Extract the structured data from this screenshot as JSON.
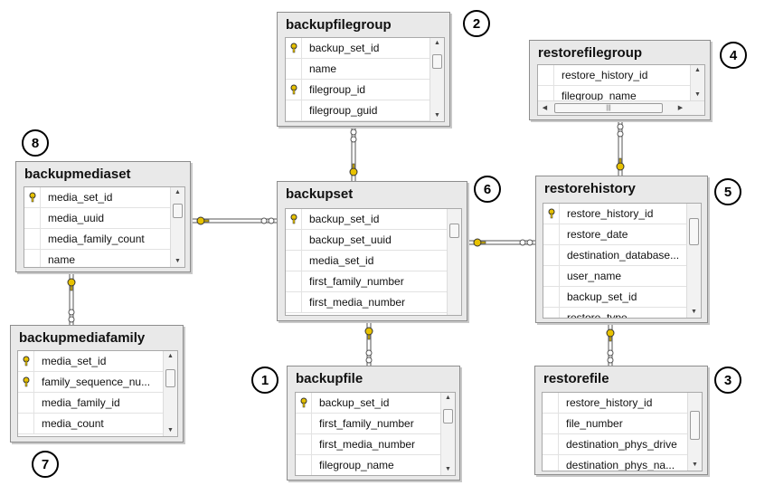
{
  "tables": {
    "backupfilegroup": {
      "name": "backupfilegroup",
      "columns": [
        "backup_set_id",
        "name",
        "filegroup_id",
        "filegroup_guid"
      ]
    },
    "restorefilegroup": {
      "name": "restorefilegroup",
      "columns": [
        "restore_history_id",
        "filegroup_name"
      ]
    },
    "backupmediaset": {
      "name": "backupmediaset",
      "columns": [
        "media_set_id",
        "media_uuid",
        "media_family_count",
        "name"
      ]
    },
    "backupset": {
      "name": "backupset",
      "columns": [
        "backup_set_id",
        "backup_set_uuid",
        "media_set_id",
        "first_family_number",
        "first_media_number"
      ]
    },
    "restorehistory": {
      "name": "restorehistory",
      "columns": [
        "restore_history_id",
        "restore_date",
        "destination_database...",
        "user_name",
        "backup_set_id",
        "restore_type"
      ]
    },
    "backupmediafamily": {
      "name": "backupmediafamily",
      "columns": [
        "media_set_id",
        "family_sequence_nu...",
        "media_family_id",
        "media_count"
      ]
    },
    "backupfile": {
      "name": "backupfile",
      "columns": [
        "backup_set_id",
        "first_family_number",
        "first_media_number",
        "filegroup_name"
      ]
    },
    "restorefile": {
      "name": "restorefile",
      "columns": [
        "restore_history_id",
        "file_number",
        "destination_phys_drive",
        "destination_phys_na..."
      ]
    }
  },
  "badges": {
    "n1": "1",
    "n2": "2",
    "n3": "3",
    "n4": "4",
    "n5": "5",
    "n6": "6",
    "n7": "7",
    "n8": "8"
  },
  "colors": {
    "key": "#e8c200",
    "line": "#555555"
  }
}
